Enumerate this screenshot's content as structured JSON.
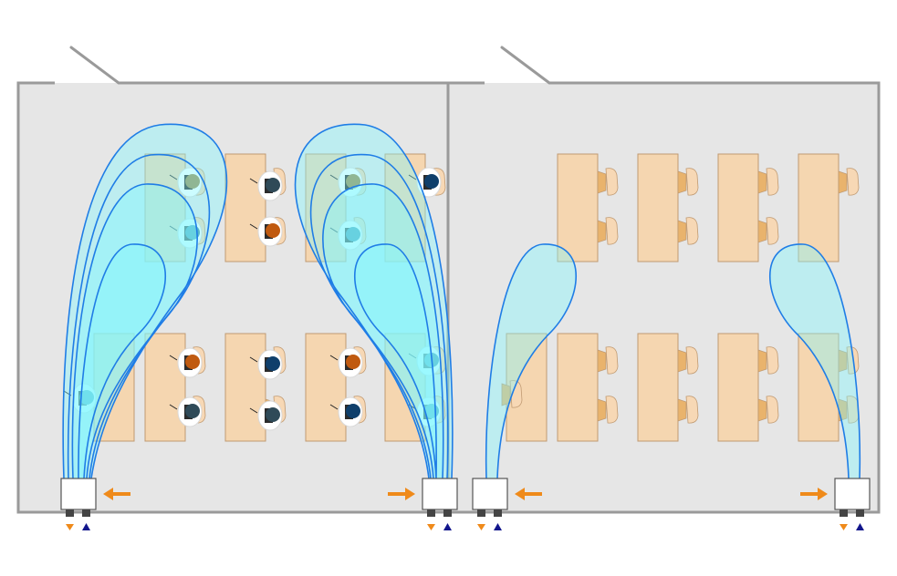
{
  "colors": {
    "background": "#ffffff",
    "wall": "#9a9a9a",
    "floor": "#e6e6e6",
    "desk_fill": "#f5d6b0",
    "desk_stroke": "#c09a72",
    "chair_fill": "#e9b36c",
    "chair_back": "#f7d8b5",
    "airflow_fill": "#7ff7ff",
    "airflow_stroke": "#1f7de6",
    "arrow": "#ef8a1a",
    "exhaust_marker": "#ef8a1a",
    "intake_marker": "#12168c",
    "unit_fill": "#ffffff",
    "unit_stroke": "#555555",
    "unit_foot": "#444444",
    "person_white": "#ffffff",
    "person_hair_colors": [
      "#9c8a4e",
      "#2f4a58",
      "#0f3f6b",
      "#c05a10",
      "#3f8ea8"
    ]
  },
  "rooms": [
    {
      "id": "room-left",
      "layout": "seated",
      "airflow": "strong",
      "units": [
        {
          "id": "unit-left-1",
          "arrow_direction": "left",
          "exhaust_icon": "orange-triangle-down",
          "intake_icon": "blue-triangle-up"
        },
        {
          "id": "unit-left-2",
          "arrow_direction": "right",
          "exhaust_icon": "orange-triangle-down",
          "intake_icon": "blue-triangle-up"
        }
      ]
    },
    {
      "id": "room-right",
      "layout": "empty",
      "airflow": "weak",
      "units": [
        {
          "id": "unit-right-1",
          "arrow_direction": "left",
          "exhaust_icon": "orange-triangle-down",
          "intake_icon": "blue-triangle-up"
        },
        {
          "id": "unit-right-2",
          "arrow_direction": "right",
          "exhaust_icon": "orange-triangle-down",
          "intake_icon": "blue-triangle-up"
        }
      ]
    }
  ],
  "icons": [
    "door-icon",
    "desk-icon",
    "chair-icon",
    "person-icon",
    "air-conditioner-icon",
    "airflow-icon",
    "arrow-icon",
    "triangle-down-icon",
    "triangle-up-icon"
  ]
}
